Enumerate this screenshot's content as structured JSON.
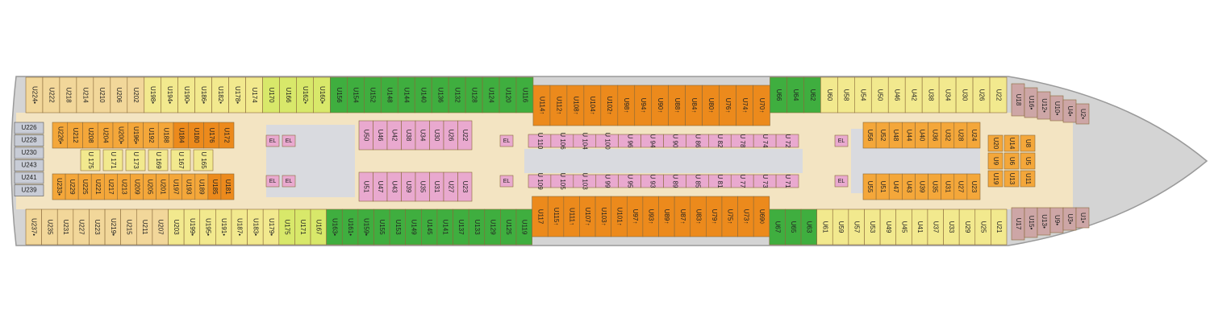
{
  "deck": {
    "colors": {
      "hull": "#d4d4d4",
      "hull_edge": "#9a9a9a",
      "corridor": "#f3e4c2",
      "atrium": "#d9dadf",
      "cabin_stroke": "#8a6a3a",
      "label": "#222222"
    },
    "categories": {
      "interior": "#f2d79a",
      "oceanview": "#f2e98e",
      "balcony_lime": "#d8e86a",
      "balcony_green": "#3fae3f",
      "suite_orange": "#ec8a1c",
      "mid_orange": "#f4a73a",
      "lavender": "#e9a9cf",
      "mauve": "#cda6a6",
      "navy": "#3f4a5c",
      "white": "#ffffff"
    },
    "stern_block_labels": [
      "U226",
      "U228",
      "U230",
      "U243",
      "U241",
      "U239"
    ],
    "top_outer_labels": [
      "U224•",
      "U222",
      "U218",
      "U214",
      "U210",
      "U206",
      "U202",
      "U198•",
      "U194•",
      "U190•",
      "U186•",
      "U182•",
      "U178•",
      "U174",
      "U170",
      "U166",
      "U162•",
      "U160•",
      "U156",
      "U154",
      "U152",
      "U148",
      "U144",
      "U140",
      "U136",
      "U132",
      "U128",
      "U124",
      "U120",
      "U116",
      "U114↑",
      "U112↑",
      "U108↑",
      "U104↑",
      "U102↑",
      "U98↑",
      "U94↑",
      "U90↑",
      "U88↑",
      "U84↑",
      "U80↑",
      "U76↑",
      "U74↑",
      "U70↑",
      "U66",
      "U64",
      "U62",
      "U60",
      "U58",
      "U54",
      "U50",
      "U46",
      "U42",
      "U38",
      "U34",
      "U30",
      "U26",
      "U22"
    ],
    "bottom_outer_labels": [
      "U237•",
      "U235",
      "U231",
      "U227",
      "U223",
      "U219•",
      "U215",
      "U211",
      "U207",
      "U203",
      "U199•",
      "U195•",
      "U191•",
      "U187•",
      "U183•",
      "U179•",
      "U175",
      "U171",
      "U167",
      "U163•",
      "U161•",
      "U159•",
      "U155",
      "U153",
      "U149",
      "U145",
      "U141",
      "U137",
      "U133",
      "U129",
      "U125",
      "U119",
      "U117",
      "U115↑",
      "U111↑",
      "U107↑",
      "U103↑",
      "U101↑",
      "U97↑",
      "U93↑",
      "U89↑",
      "U87↑",
      "U83↑",
      "U79↑",
      "U75↑",
      "U73↑",
      "U69◊",
      "U67",
      "U65",
      "U63",
      "U61",
      "U59",
      "U57",
      "U53",
      "U49",
      "U45",
      "U41",
      "U37",
      "U33",
      "U29",
      "U25",
      "U21"
    ],
    "inner_top_labels": [
      "U226•",
      "U212",
      "U208",
      "U204",
      "U200•",
      "U196•",
      "U192",
      "U188",
      "U184",
      "U180",
      "U176",
      "U172"
    ],
    "inner_bottom_labels": [
      "U233•",
      "U229",
      "U225",
      "U221",
      "U217",
      "U213",
      "U209",
      "U205",
      "U201",
      "U197",
      "U193",
      "U189",
      "U185",
      "U181"
    ],
    "mid_inner_top_labels": [
      "U50",
      "U46",
      "U42",
      "U38",
      "U34",
      "U30",
      "U26",
      "U22"
    ],
    "mid_inner_bottom_labels": [
      "U51",
      "U47",
      "U43",
      "U39",
      "U35",
      "U31",
      "U27",
      "U23"
    ],
    "center_top_labels": [
      "U 110",
      "U 106",
      "U 104",
      "U 100",
      "U 96",
      "U 94",
      "U 90",
      "U 86",
      "U 82",
      "U 78",
      "U 74",
      "U 72"
    ],
    "center_bottom_labels": [
      "U 109",
      "U 105",
      "U 103",
      "U 99",
      "U 95",
      "U 93",
      "U 89",
      "U 85",
      "U 81",
      "U 77",
      "U 73",
      "U 71"
    ],
    "fwd_inner_top_labels": [
      "U56",
      "U52",
      "U48",
      "U44",
      "U40",
      "U36",
      "U32",
      "U28",
      "U24"
    ],
    "fwd_inner_bottom_labels": [
      "U55",
      "U51",
      "U47",
      "U43",
      "U39",
      "U35",
      "U31",
      "U27",
      "U23"
    ],
    "fwd_small_labels": [
      "U20",
      "U14",
      "U8",
      "U9",
      "U6",
      "U5",
      "U19",
      "U13",
      "U11"
    ],
    "bow_top_labels": [
      "U18",
      "U16•",
      "U12•",
      "U10•",
      "U4•",
      "U2•"
    ],
    "bow_bottom_labels": [
      "U17",
      "U15•",
      "U13•",
      "U9•",
      "U3•",
      "U1•"
    ],
    "elevator_label": "EL",
    "small_inner_labels": [
      "U 175",
      "U 171",
      "U 173",
      "U 169",
      "U 167",
      "U 165"
    ]
  }
}
